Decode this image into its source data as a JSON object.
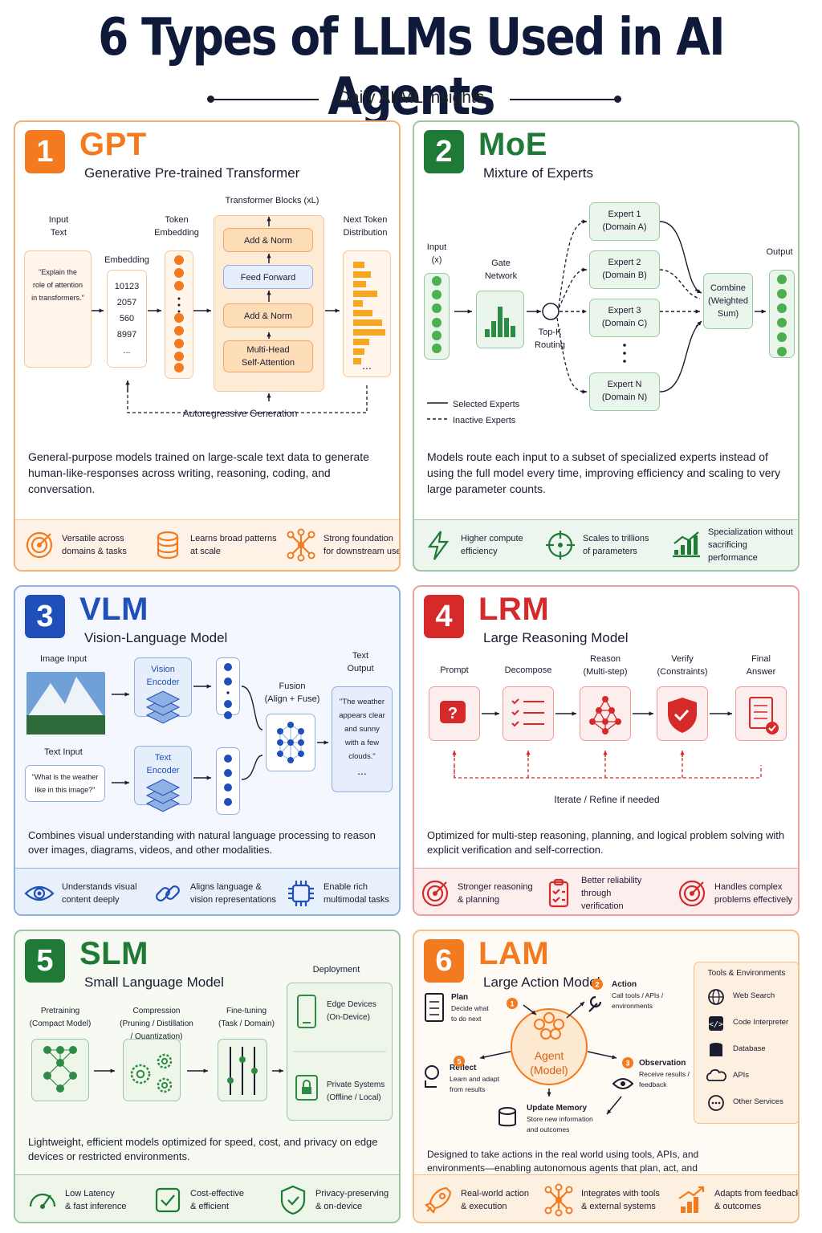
{
  "title": "6 Types of LLMs Used in AI Agents",
  "subtitle": "Daily AI/ML insights",
  "colors": {
    "gpt": "#f37a1f",
    "moe": "#1f7a35",
    "vlm": "#1f4fb8",
    "lrm": "#d62a2a",
    "slm": "#1f7a35",
    "lam": "#f37a1f"
  },
  "gpt": {
    "number": "1",
    "name": "GPT",
    "full": "Generative Pre-trained Transformer",
    "input_label": "Input\nText",
    "input_text": "\"Explain the\nrole of attention\nin transformers.\"",
    "embedding_label": "Embedding",
    "token_ids": [
      "10123",
      "2057",
      "560",
      "8997",
      "..."
    ],
    "token_embedding_label": "Token\nEmbedding",
    "blocks_label": "Transformer Blocks (xL)",
    "blocks": [
      "Add & Norm",
      "Feed Forward",
      "Add & Norm",
      "Multi-Head\nSelf-Attention"
    ],
    "next_token_label": "Next Token\nDistribution",
    "ellipsis": "...",
    "loop_label": "Autoregressive Generation",
    "description": "General-purpose models trained on large-scale text data to generate human-like-responses across writing, reasoning, coding, and conversation.",
    "features": [
      "Versatile across\ndomains & tasks",
      "Learns broad patterns\nat scale",
      "Strong foundation\nfor downstream use"
    ]
  },
  "moe": {
    "number": "2",
    "name": "MoE",
    "full": "Mixture of Experts",
    "input_label": "Input\n(x)",
    "gate_label": "Gate\nNetwork",
    "routing_label": "Top-K\nRouting",
    "experts": [
      "Expert 1\n(Domain A)",
      "Expert 2\n(Domain B)",
      "Expert 3\n(Domain C)",
      "Expert N\n(Domain N)"
    ],
    "combine": "Combine\n(Weighted\nSum)",
    "output_label": "Output",
    "legend": [
      "Selected Experts",
      "Inactive Experts"
    ],
    "description": "Models route each input to a subset of specialized experts instead of using the full model every time, improving efficiency and scaling to very large parameter counts.",
    "features": [
      "Higher compute\nefficiency",
      "Scales to trillions\nof parameters",
      "Specialization without\nsacrificing performance"
    ]
  },
  "vlm": {
    "number": "3",
    "name": "VLM",
    "full": "Vision-Language Model",
    "image_input": "Image Input",
    "text_input": "Text Input",
    "text_input_value": "\"What is the weather\nlike in this image?\"",
    "vision_encoder": "Vision\nEncoder",
    "text_encoder": "Text\nEncoder",
    "fusion": "Fusion\n(Align + Fuse)",
    "text_output_label": "Text\nOutput",
    "text_output": "\"The weather\nappears clear\nand sunny\nwith a few\nclouds.\"",
    "ellipsis": "...",
    "description": "Combines visual understanding with natural language processing to reason over images, diagrams, videos, and other modalities.",
    "features": [
      "Understands visual\ncontent deeply",
      "Aligns language &\nvision representations",
      "Enable rich\nmultimodal tasks"
    ]
  },
  "lrm": {
    "number": "4",
    "name": "LRM",
    "full": "Large Reasoning Model",
    "steps": [
      "Prompt",
      "Decompose",
      "Reason\n(Multi-step)",
      "Verify\n(Constraints)",
      "Final\nAnswer"
    ],
    "loop_label": "Iterate / Refine if needed",
    "description": "Optimized for multi-step reasoning, planning, and logical problem solving with explicit verification and self-correction.",
    "features": [
      "Stronger reasoning\n& planning",
      "Better reliability through\nverification",
      "Handles complex\nproblems effectively"
    ]
  },
  "slm": {
    "number": "5",
    "name": "SLM",
    "full": "Small Language Model",
    "stages": [
      "Pretraining\n(Compact Model)",
      "Compression\n(Pruning / Distillation\n/ Quantization)",
      "Fine-tuning\n(Task / Domain)"
    ],
    "deployment_label": "Deployment",
    "deployments": [
      "Edge Devices\n(On-Device)",
      "Private Systems\n(Offline / Local)"
    ],
    "description": "Lightweight, efficient models optimized for speed, cost, and privacy on edge devices or restricted environments.",
    "features": [
      "Low Latency\n& fast inference",
      "Cost-effective\n& efficient",
      "Privacy-preserving\n& on-device"
    ]
  },
  "lam": {
    "number": "6",
    "name": "LAM",
    "full": "Large Action Model",
    "agent": "Agent\n(Model)",
    "steps": [
      {
        "n": "1",
        "title": "Plan",
        "detail": "Decide what\nto do next"
      },
      {
        "n": "2",
        "title": "Action",
        "detail": "Call tools / APIs /\nenvironments"
      },
      {
        "n": "3",
        "title": "Observation",
        "detail": "Receive results /\nfeedback"
      },
      {
        "n": "4",
        "title": "Update Memory",
        "detail": "Store new information\nand outcomes"
      },
      {
        "n": "5",
        "title": "Reflect",
        "detail": "Learn and adapt\nfrom results"
      }
    ],
    "tools_label": "Tools & Environments",
    "tools": [
      "Web Search",
      "Code Interpreter",
      "Database",
      "APIs",
      "Other Services"
    ],
    "description": "Designed to take actions in the real world using tools, APIs, and environments—enabling autonomous agents that plan, act, and adapt.",
    "features": [
      "Real-world action\n& execution",
      "Integrates with tools\n& external systems",
      "Adapts from feedback\n& outcomes"
    ]
  }
}
